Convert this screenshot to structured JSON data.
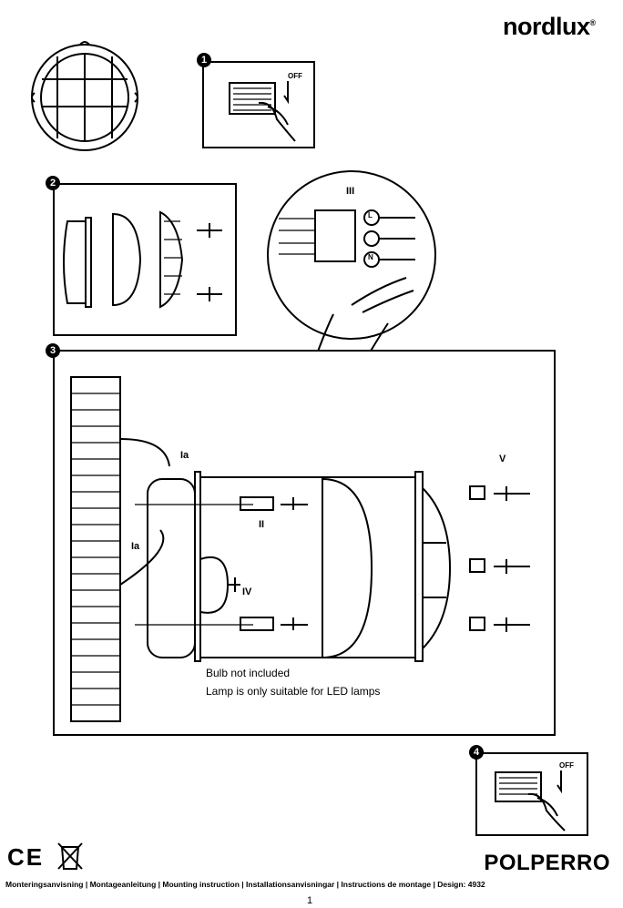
{
  "brand": {
    "name": "nordlux",
    "mark": "®"
  },
  "steps": {
    "s1": "1",
    "s2": "2",
    "s3": "3",
    "s4": "4"
  },
  "labels": {
    "off1": "OFF",
    "off4": "OFF",
    "detail_roman": "III",
    "ia_top": "Ia",
    "ia_side": "Ia",
    "label_ii": "II",
    "label_iv": "IV",
    "label_v": "V",
    "term_l": "L",
    "term_n": "N"
  },
  "notes": {
    "bulb": "Bulb not included",
    "led": "Lamp is only suitable for LED lamps"
  },
  "product": "POLPERRO",
  "footer": "Monteringsanvisning | Montageanleitung | Mounting instruction | Installationsanvisningar | Instructions de montage | Design: 4932",
  "page": "1",
  "compliance": {
    "ce": "CE",
    "weee": "crossed-bin"
  }
}
